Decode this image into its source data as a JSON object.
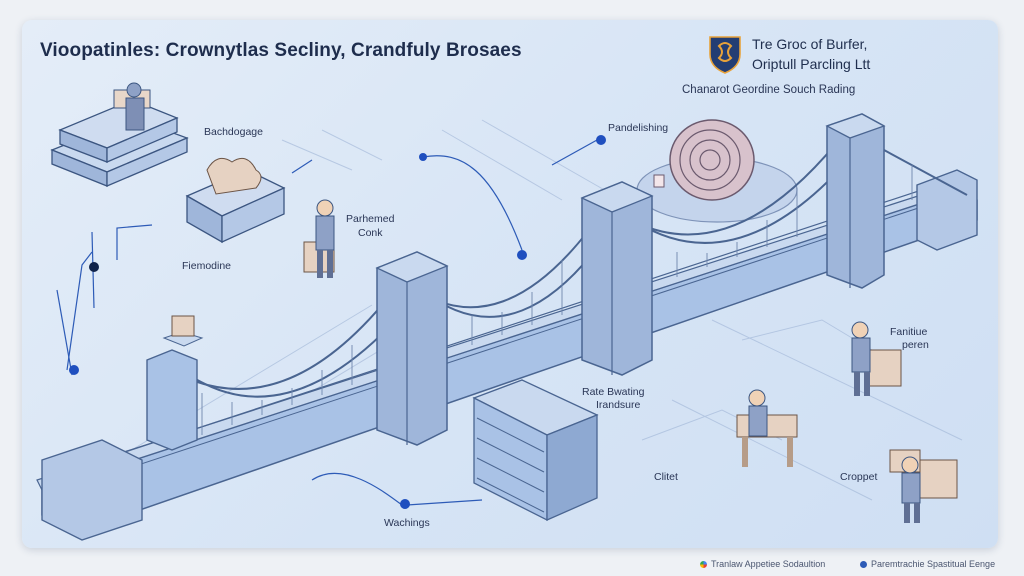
{
  "title": "Vioopatinles: Crownytlas Secliny, Crandfuly Brosaes",
  "brand": {
    "line1": "Tre Groc of Burfer,",
    "line2": "Oriptull Parcling Ltt",
    "shield_color": "#233d73",
    "accent_color": "#e8a23a"
  },
  "subhead": "Chanarot Geordine Souch Rading",
  "labels": {
    "bachdogage": "Bachdogage",
    "pandelishing": "Pandelishing",
    "parhemed": "Parhemed",
    "conk": "Conk",
    "fiemodine": "Fiemodine",
    "fanitiue": "Fanitiue",
    "peren": "peren",
    "rate_line1": "Rate Bwating",
    "rate_line2": "Irandsure",
    "clitet": "Clitet",
    "croppet": "Croppet",
    "wachings": "Wachings"
  },
  "footer": {
    "left": "Tranlaw Appetiee Sodaultion",
    "right": "Paremtrachie Spastitual Eenge"
  },
  "colors": {
    "bridge": "#a9c2e6",
    "bridge_dark": "#4a6591",
    "node": "#1f4fbf",
    "background": "#dbe7f6"
  }
}
